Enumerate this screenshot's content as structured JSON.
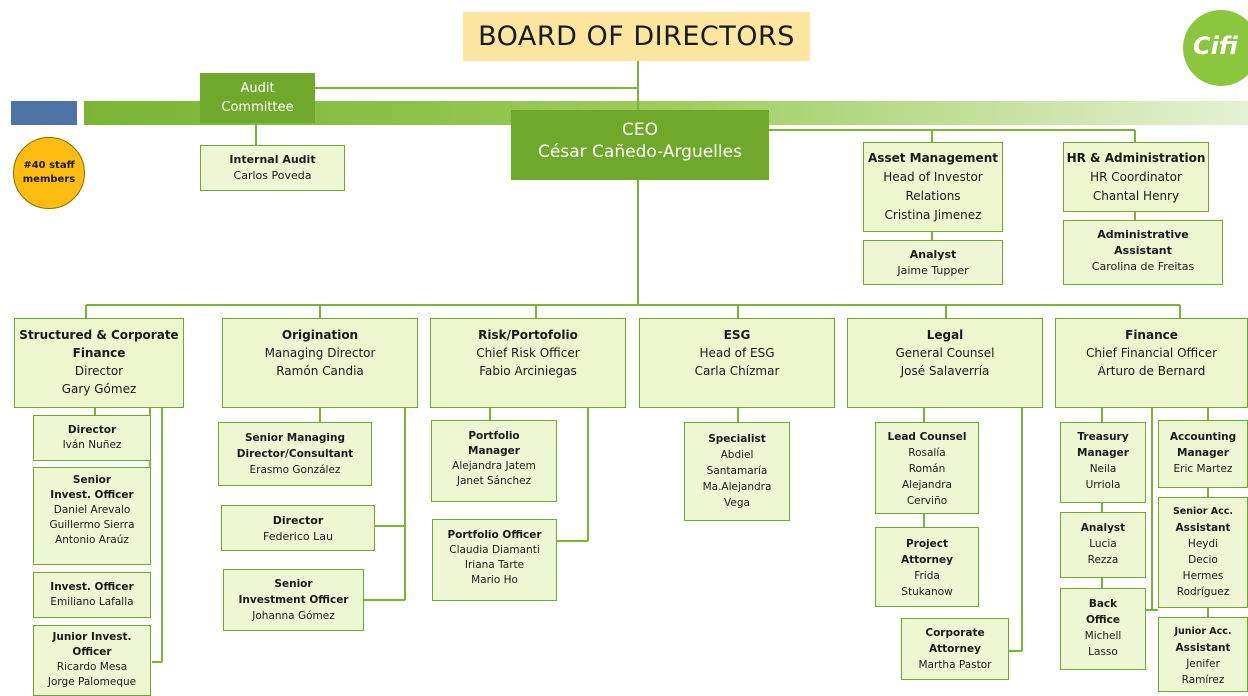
{
  "board": {
    "title": "BOARD OF DIRECTORS"
  },
  "logo": {
    "text": "Cifi"
  },
  "staff_badge": {
    "line1": "#40 staff",
    "line2": "members"
  },
  "audit_committee": {
    "line1": "Audit",
    "line2": "Committee"
  },
  "ceo": {
    "title": "CEO",
    "name": "César Cañedo-Arguelles"
  },
  "internal_audit": {
    "title": "Internal Audit",
    "name": "Carlos Poveda"
  },
  "asset_management": {
    "title": "Asset Management",
    "l1": "Head of Investor",
    "l2": "Relations",
    "l3": "Cristina Jimenez"
  },
  "asset_analyst": {
    "title": "Analyst",
    "name": "Jaime Tupper"
  },
  "hr": {
    "title": "HR & Administration",
    "l1": "HR Coordinator",
    "l2": "Chantal Henry"
  },
  "hr_assistant": {
    "t1": "Administrative",
    "t2": "Assistant",
    "name": "Carolina de Freitas"
  },
  "departments": {
    "structured": {
      "t1": "Structured & Corporate",
      "t2": "Finance",
      "l1": "Director",
      "l2": "Gary Gómez"
    },
    "origination": {
      "t1": "Origination",
      "l1": "Managing Director",
      "l2": "Ramón Candia"
    },
    "risk": {
      "t1": "Risk/Portofolio",
      "l1": "Chief Risk Officer",
      "l2": "Fabio Arciniegas"
    },
    "esg": {
      "t1": "ESG",
      "l1": "Head of ESG",
      "l2": "Carla Chízmar"
    },
    "legal": {
      "t1": "Legal",
      "l1": "General Counsel",
      "l2": "José Salaverría"
    },
    "finance": {
      "t1": "Finance",
      "l1": "Chief Financial Officer",
      "l2": "Arturo de Bernard"
    }
  },
  "structured_team": [
    {
      "t1": "Director",
      "t2": "",
      "names": [
        "Iván Nuñez"
      ]
    },
    {
      "t1": "Senior",
      "t2": "Invest. Officer",
      "names": [
        "Daniel Arevalo",
        "Guillermo Sierra",
        "Antonio Araúz"
      ]
    },
    {
      "t1": "Invest. Officer",
      "t2": "",
      "names": [
        "Emiliano Lafalla"
      ]
    },
    {
      "t1": "Junior Invest.",
      "t2": "Officer",
      "names": [
        "Ricardo Mesa",
        "Jorge Palomeque"
      ]
    }
  ],
  "origination_team": [
    {
      "t1": "Senior Managing",
      "t2": "Director/Consultant",
      "names": [
        "Erasmo González"
      ]
    },
    {
      "t1": "Director",
      "t2": "",
      "names": [
        "Federico Lau"
      ]
    },
    {
      "t1": "Senior",
      "t2": "Investment Officer",
      "names": [
        "Johanna Gómez"
      ]
    }
  ],
  "risk_team": [
    {
      "t1": "Portfolio",
      "t2": "Manager",
      "names": [
        "Alejandra Jatem",
        "Janet Sánchez"
      ]
    },
    {
      "t1": "Portfolio Officer",
      "t2": "",
      "names": [
        "Claudia Diamanti",
        "Iriana Tarte",
        "Mario Ho"
      ]
    }
  ],
  "esg_team": [
    {
      "t1": "Specialist",
      "t2": "",
      "names": [
        "Abdiel",
        "Santamaría",
        "Ma.Alejandra",
        "Vega"
      ]
    }
  ],
  "legal_team": [
    {
      "t1": "Lead Counsel",
      "t2": "",
      "names": [
        "Rosalía",
        "Román",
        "Alejandra",
        "Cerviño"
      ]
    },
    {
      "t1": "Project",
      "t2": "Attorney",
      "names": [
        "Frida",
        "Stukanow"
      ]
    },
    {
      "t1": "Corporate",
      "t2": "Attorney",
      "names": [
        "Martha Pastor"
      ]
    }
  ],
  "finance_team": [
    {
      "t1": "Treasury",
      "t2": "Manager",
      "names": [
        "Neila",
        "Urriola"
      ]
    },
    {
      "t1": "Analyst",
      "t2": "",
      "names": [
        "Lucia",
        "Rezza"
      ]
    },
    {
      "t1": "Back",
      "t2": "Office",
      "names": [
        "Michell",
        "Lasso"
      ]
    },
    {
      "t1": "Accounting",
      "t2": "Manager",
      "names": [
        "Eric Martez"
      ]
    },
    {
      "t1": "Senior Acc.",
      "t2": "Assistant",
      "names": [
        "Heydi",
        "Decio",
        "Hermes",
        "Rodríguez"
      ]
    },
    {
      "t1": "Junior Acc.",
      "t2": "Assistant",
      "names": [
        "Jenifer",
        "Ramírez"
      ]
    }
  ]
}
